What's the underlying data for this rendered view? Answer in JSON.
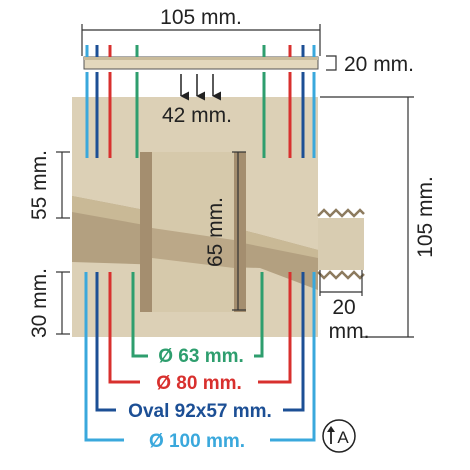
{
  "dimensions": {
    "top_width": "105 mm.",
    "cover_thickness": "20 mm.",
    "inner_clearance": "42 mm.",
    "upper_height": "55 mm.",
    "lower_height": "30 mm.",
    "inner_pipe_height": "65 mm.",
    "total_height": "105 mm.",
    "thread_length_value": "20",
    "thread_length_unit": "mm."
  },
  "pipe_sizes": [
    {
      "label": "Ø 63 mm.",
      "color": "#2e9e6e"
    },
    {
      "label": "Ø 80 mm.",
      "color": "#d8302e"
    },
    {
      "label": "Oval 92x57 mm.",
      "color": "#1c4f95"
    },
    {
      "label": "Ø 100 mm.",
      "color": "#3aa8dc"
    }
  ],
  "badge": {
    "icon": "arrow-up-icon",
    "letter": "A"
  },
  "colors": {
    "body": "#dcd0b6",
    "body_shadow": "#a89376",
    "dim_line": "#333333"
  }
}
